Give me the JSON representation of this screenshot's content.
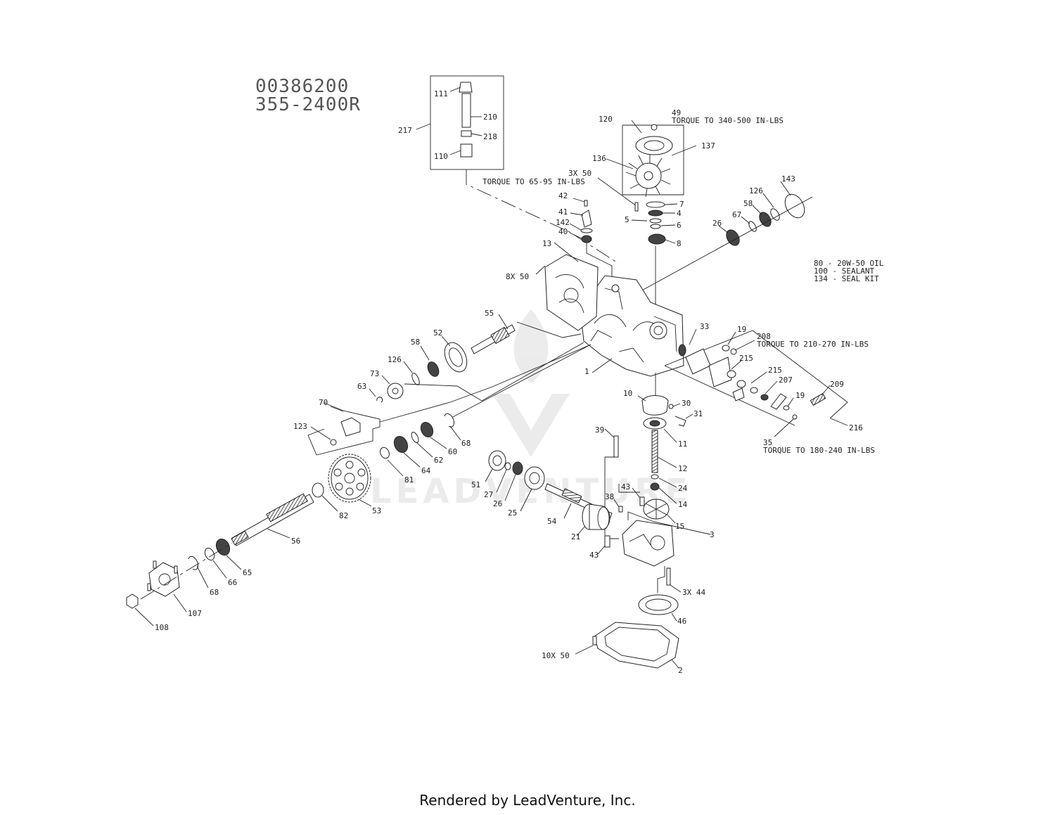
{
  "title": {
    "line1": "00386200",
    "line2": "355-2400R"
  },
  "footer": "Rendered by LeadVenture, Inc.",
  "watermark": {
    "text": "LEADVENTURE",
    "icon": "leadventure-logo-icon"
  },
  "torque_notes": {
    "t1": "TORQUE TO 340-500 IN-LBS",
    "t2": "TORQUE TO 65-95 IN-LBS",
    "t3": "TORQUE TO 210-270 IN-LBS",
    "t4": "TORQUE TO 180-240 IN-LBS"
  },
  "notes": [
    "80  - 20W-50 OIL",
    "100 - SEALANT",
    "134 - SEAL KIT"
  ],
  "callouts": {
    "c111": "111",
    "c210": "210",
    "c218": "218",
    "c110": "110",
    "c217": "217",
    "c120": "120",
    "c49": "49",
    "c137": "137",
    "c136": "136",
    "c3x50": "3X 50",
    "c7": "7",
    "c4": "4",
    "c5": "5",
    "c6": "6",
    "c8": "8",
    "c42": "42",
    "c41": "41",
    "c142": "142",
    "c40": "40",
    "c143": "143",
    "c126a": "126",
    "c58a": "58",
    "c67": "67",
    "c26a": "26",
    "c13": "13",
    "c8x50": "8X 50",
    "c55": "55",
    "c52": "52",
    "c58b": "58",
    "c126b": "126",
    "c73": "73",
    "c63": "63",
    "c70": "70",
    "c123": "123",
    "c1": "1",
    "c33": "33",
    "c19a": "19",
    "c208": "208",
    "c215a": "215",
    "c215b": "215",
    "c207": "207",
    "c209": "209",
    "c19b": "19",
    "c216": "216",
    "c35": "35",
    "c10": "10",
    "c30": "30",
    "c31": "31",
    "c11": "11",
    "c12": "12",
    "c24": "24",
    "c14": "14",
    "c15": "15",
    "c39": "39",
    "c43a": "43",
    "c38": "38",
    "c3": "3",
    "c43b": "43",
    "c3x44": "3X 44",
    "c46": "46",
    "c10x50": "10X 50",
    "c2": "2",
    "c51": "51",
    "c27": "27",
    "c26b": "26",
    "c25": "25",
    "c54": "54",
    "c21": "21",
    "c68a": "68",
    "c60": "60",
    "c62": "62",
    "c64": "64",
    "c81": "81",
    "c53": "53",
    "c82": "82",
    "c56": "56",
    "c65": "65",
    "c66": "66",
    "c68b": "68",
    "c107": "107",
    "c108": "108"
  }
}
